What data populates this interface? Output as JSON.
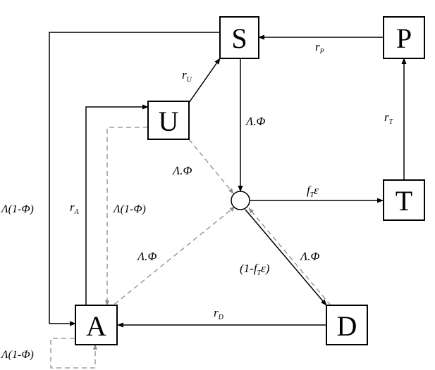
{
  "nodes": {
    "S": "S",
    "P": "P",
    "U": "U",
    "T": "T",
    "A": "A",
    "D": "D"
  },
  "labels": {
    "r_p": {
      "base": "r",
      "sub": "P"
    },
    "r_u": {
      "base": "r",
      "sub": "U"
    },
    "r_t": {
      "base": "r",
      "sub": "T"
    },
    "r_a": {
      "base": "r",
      "sub": "A"
    },
    "r_d": {
      "base": "r",
      "sub": "D"
    },
    "s_to_c": "Λ.Φ",
    "u_to_c": "Λ.Φ",
    "a_to_c": "Λ.Φ",
    "d_to_c": "Λ.Φ",
    "c_to_t": {
      "pre": "f",
      "sub": "T",
      "post": "ε"
    },
    "c_to_d": {
      "pre": "(1-f",
      "sub": "T",
      "post": "ε)"
    },
    "s_to_a": "Λ(1-Φ)",
    "u_to_a": "Λ(1-Φ)",
    "a_self": "Λ(1-Φ)"
  },
  "colors": {
    "solid": "#000000",
    "dashed": "#8c8c8c"
  }
}
